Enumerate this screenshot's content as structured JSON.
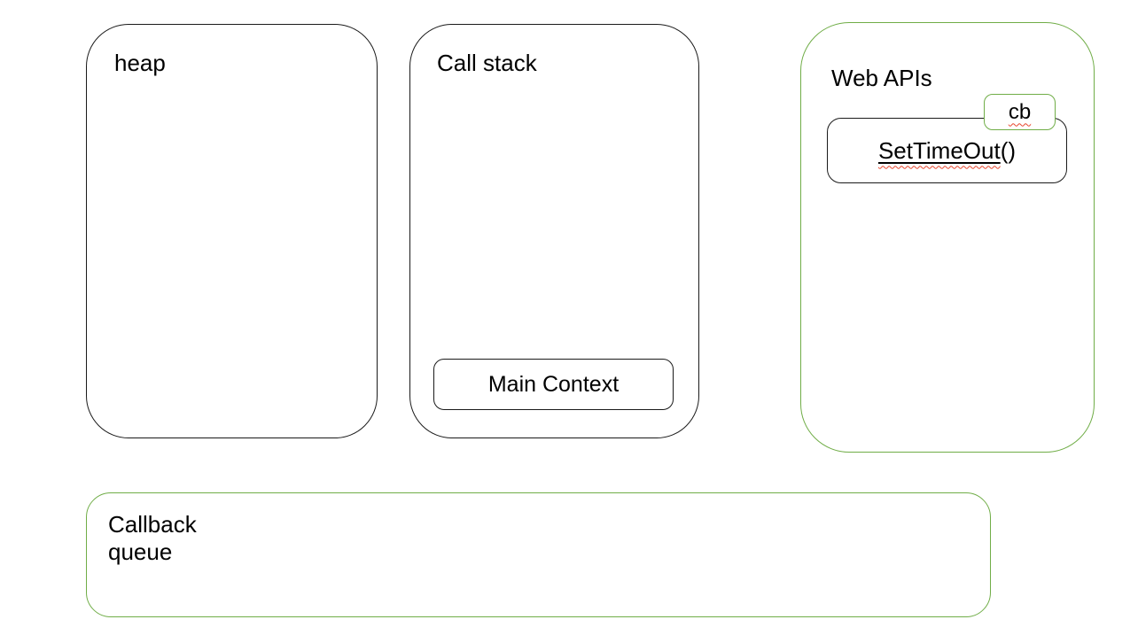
{
  "diagram": {
    "title_semantic": "JavaScript event loop diagram",
    "heap": {
      "label": "heap"
    },
    "call_stack": {
      "label": "Call stack",
      "main_context": {
        "label": "Main Context"
      }
    },
    "web_apis": {
      "label": "Web APIs",
      "cb": {
        "label": "cb"
      },
      "settimeout": {
        "name": "SetTimeOut",
        "suffix": "()"
      }
    },
    "callback_queue": {
      "label": "Callback\nqueue"
    }
  },
  "colors": {
    "background": "#ffffff",
    "text": "#000000",
    "black_box_border": "#1a1a1a",
    "green_box_border": "#70AD47",
    "spellcheck_red": "#E8442C"
  }
}
